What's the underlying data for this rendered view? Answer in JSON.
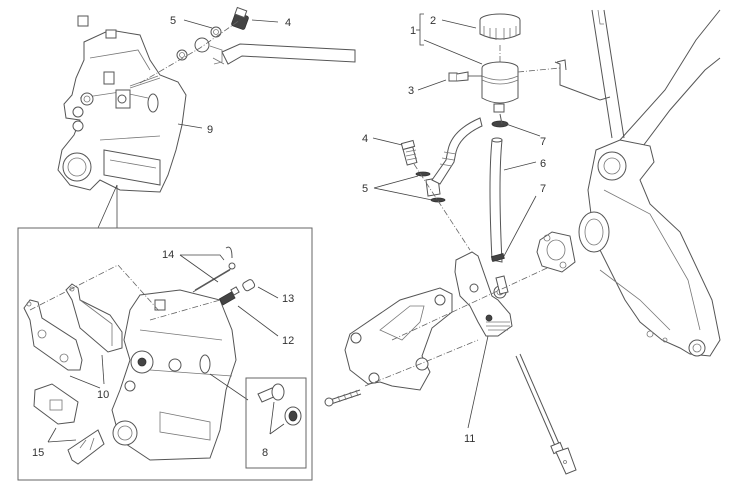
{
  "diagram": {
    "title": "Rear brake system exploded view",
    "callouts": [
      {
        "id": "c1",
        "text": "1"
      },
      {
        "id": "c2",
        "text": "2"
      },
      {
        "id": "c3",
        "text": "3"
      },
      {
        "id": "c4a",
        "text": "4"
      },
      {
        "id": "c4b",
        "text": "4"
      },
      {
        "id": "c5a",
        "text": "5"
      },
      {
        "id": "c5b",
        "text": "5"
      },
      {
        "id": "c6",
        "text": "6"
      },
      {
        "id": "c7a",
        "text": "7"
      },
      {
        "id": "c7b",
        "text": "7"
      },
      {
        "id": "c8",
        "text": "8"
      },
      {
        "id": "c9",
        "text": "9"
      },
      {
        "id": "c10",
        "text": "10"
      },
      {
        "id": "c11",
        "text": "11"
      },
      {
        "id": "c12",
        "text": "12"
      },
      {
        "id": "c13",
        "text": "13"
      },
      {
        "id": "c14",
        "text": "14"
      },
      {
        "id": "c15",
        "text": "15"
      }
    ],
    "colors": {
      "line": "#555555",
      "background": "#ffffff",
      "box": "#666666"
    }
  }
}
